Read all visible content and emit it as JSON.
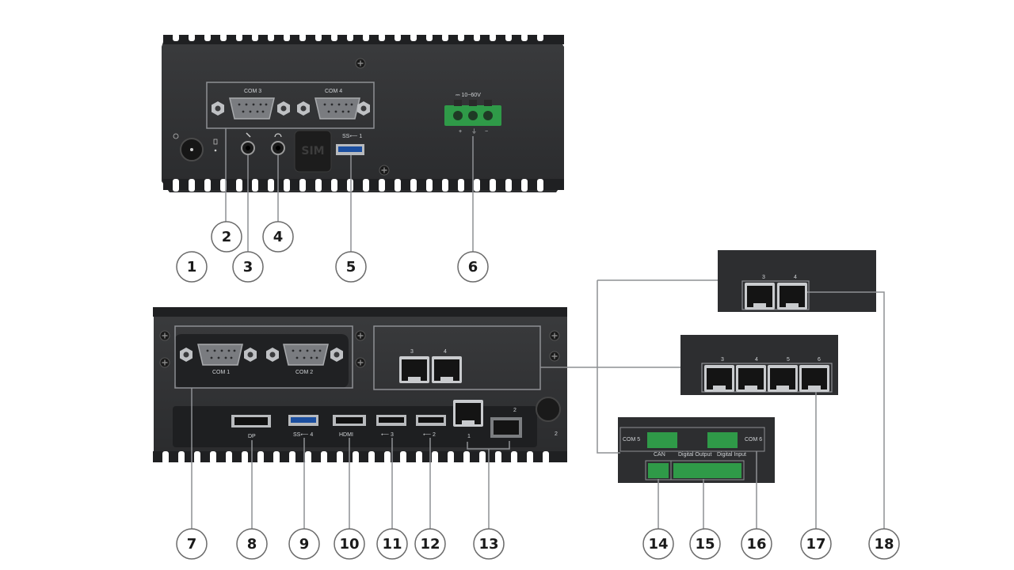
{
  "top_panel": {
    "com_a": "COM 3",
    "com_b": "COM 4",
    "power_label": "⎓ 10~60V",
    "usb_label": "SS⟵ 1",
    "sim_label": "SIM"
  },
  "bottom_panel": {
    "com_a": "COM 1",
    "com_b": "COM 2",
    "lan_a": "3",
    "lan_b": "4",
    "usb4": "SS⟵ 4",
    "usb3": "⟵ 3",
    "usb2": "⟵ 2",
    "lan1": "1",
    "lan2": "2",
    "ant": "2"
  },
  "option_2lan": {
    "ports": [
      "3",
      "4"
    ]
  },
  "option_4lan": {
    "ports": [
      "3",
      "4",
      "5",
      "6"
    ]
  },
  "option_io": {
    "com5": "COM 5",
    "com6": "COM 6",
    "can": "CAN",
    "dout": "Digital Output",
    "din": "Digital Input"
  },
  "callouts": [
    "1",
    "2",
    "3",
    "4",
    "5",
    "6",
    "7",
    "8",
    "9",
    "10",
    "11",
    "12",
    "13",
    "14",
    "15",
    "16",
    "17",
    "18"
  ],
  "colors": {
    "chassis": "#2e2f31",
    "fin": "#1f2022",
    "terminal_green": "#2f9a48",
    "callout_stroke": "#6b6b6b"
  }
}
